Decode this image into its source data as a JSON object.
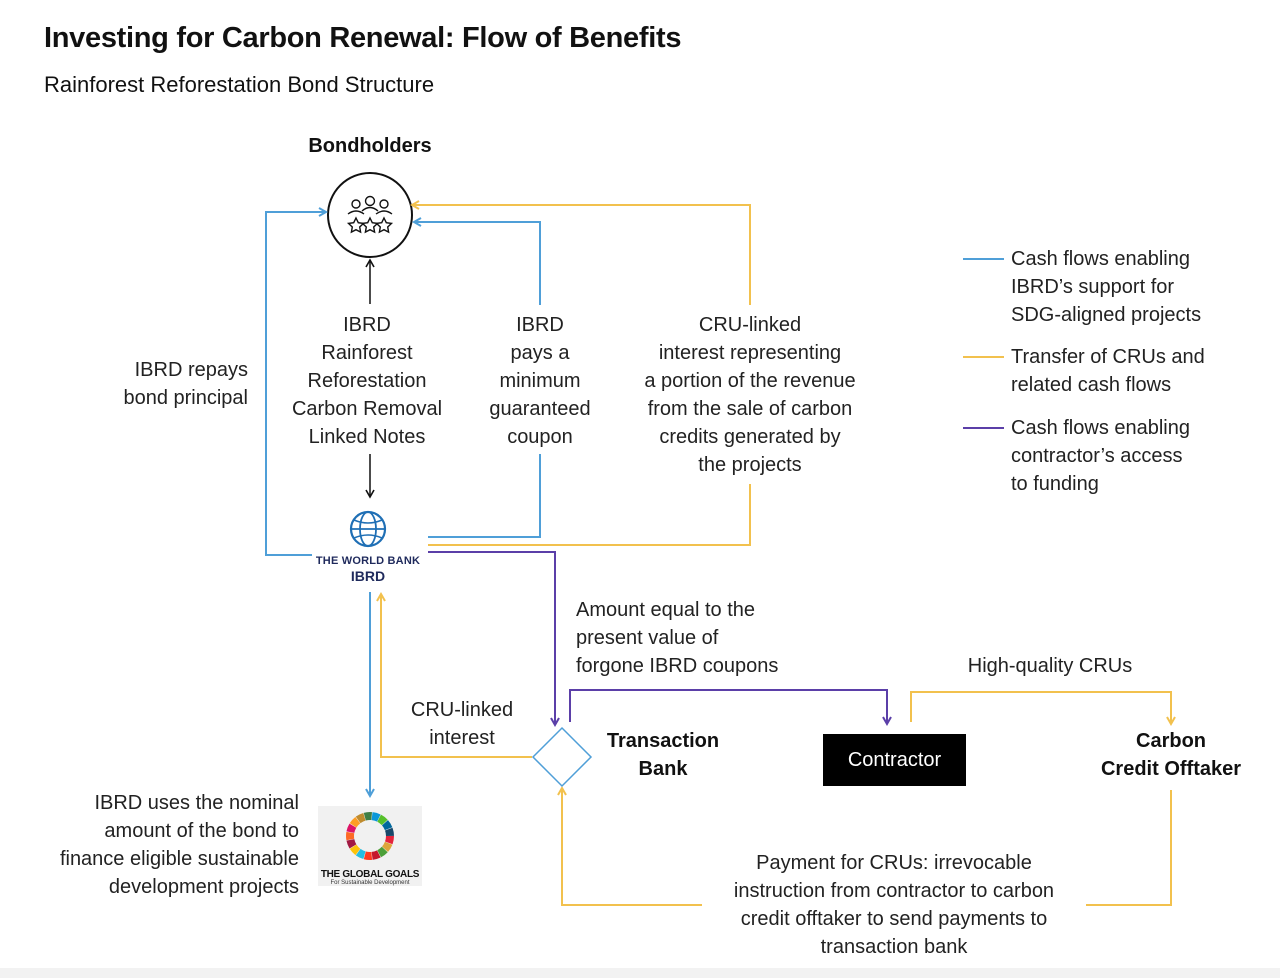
{
  "title": "Investing for Carbon Renewal: Flow of Benefits",
  "subtitle": "Rainforest Reforestation Bond Structure",
  "colors": {
    "blue": "#4f9fd8",
    "yellow": "#f2c14e",
    "purple": "#5b3fa8",
    "black": "#000000"
  },
  "nodes": {
    "bondholders": {
      "label": "Bondholders",
      "icon": "group-star-people-icon"
    },
    "ibrd": {
      "logo_text": "THE WORLD BANK",
      "logo_sub": "IBRD",
      "icon": "globe-icon"
    },
    "transaction_bank": {
      "label_line1": "Transaction",
      "label_line2": "Bank",
      "icon": "diamond-icon"
    },
    "contractor": {
      "label": "Contractor"
    },
    "offtaker": {
      "label_line1": "Carbon",
      "label_line2": "Credit Offtaker"
    },
    "global_goals": {
      "logo_text": "THE GLOBAL GOALS",
      "logo_sub": "For Sustainable Development",
      "icon": "sdg-wheel-icon"
    }
  },
  "labels": {
    "notes": [
      "IBRD",
      "Rainforest",
      "Reforestation",
      "Carbon Removal",
      "Linked Notes"
    ],
    "coupon": [
      "IBRD",
      "pays a",
      "minimum",
      "guaranteed",
      "coupon"
    ],
    "cru_interest": [
      "CRU-linked",
      "interest representing",
      "a portion of the revenue",
      "from the sale of carbon",
      "credits generated by",
      "the projects"
    ],
    "repays": [
      "IBRD repays",
      "bond principal"
    ],
    "present_value": [
      "Amount equal to the",
      "present value of",
      "forgone IBRD coupons"
    ],
    "high_quality": "High-quality CRUs",
    "cru_linked_small": [
      "CRU-linked",
      "interest"
    ],
    "nominal": [
      "IBRD uses the nominal",
      "amount of the bond to",
      "finance eligible sustainable",
      "development projects"
    ],
    "payment": [
      "Payment for CRUs: irrevocable",
      "instruction from contractor to carbon",
      "credit offtaker to send payments to",
      "transaction bank"
    ]
  },
  "legend": [
    {
      "color": "#4f9fd8",
      "lines": [
        "Cash flows enabling",
        "IBRD’s support for",
        "SDG-aligned projects"
      ]
    },
    {
      "color": "#f2c14e",
      "lines": [
        "Transfer of CRUs and",
        "related cash flows"
      ]
    },
    {
      "color": "#5b3fa8",
      "lines": [
        "Cash flows enabling",
        "contractor’s access",
        "to funding"
      ]
    }
  ]
}
